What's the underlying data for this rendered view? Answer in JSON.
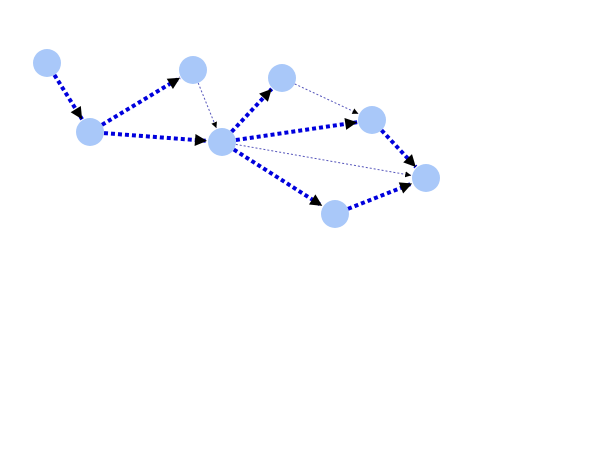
{
  "diagram": {
    "type": "directed-graph",
    "colors": {
      "node_fill": "#a9c8f9",
      "edge_heavy": "#0000dd",
      "edge_light": "#5555bb",
      "arrow_head": "#000000",
      "background": "#ffffff"
    },
    "nodes": [
      {
        "id": "n1"
      },
      {
        "id": "n2"
      },
      {
        "id": "n3"
      },
      {
        "id": "n4"
      },
      {
        "id": "n5"
      },
      {
        "id": "n6"
      },
      {
        "id": "n7"
      },
      {
        "id": "n8"
      }
    ],
    "edges": [
      {
        "from": "n1",
        "to": "n2",
        "style": "heavy"
      },
      {
        "from": "n2",
        "to": "n3",
        "style": "heavy"
      },
      {
        "from": "n2",
        "to": "n4",
        "style": "heavy"
      },
      {
        "from": "n3",
        "to": "n4",
        "style": "light"
      },
      {
        "from": "n4",
        "to": "n5",
        "style": "heavy"
      },
      {
        "from": "n4",
        "to": "n6",
        "style": "heavy"
      },
      {
        "from": "n4",
        "to": "n7",
        "style": "heavy"
      },
      {
        "from": "n4",
        "to": "n8",
        "style": "light"
      },
      {
        "from": "n5",
        "to": "n6",
        "style": "light"
      },
      {
        "from": "n6",
        "to": "n8",
        "style": "heavy"
      },
      {
        "from": "n7",
        "to": "n8",
        "style": "heavy"
      }
    ]
  }
}
